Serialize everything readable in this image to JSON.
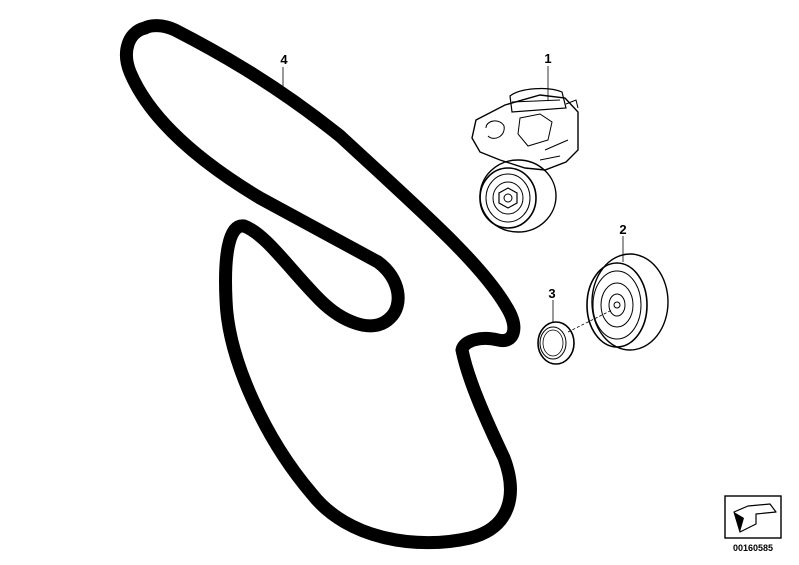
{
  "callouts": [
    {
      "label": "1"
    },
    {
      "label": "2"
    },
    {
      "label": "3"
    },
    {
      "label": "4"
    }
  ],
  "diagram_code": "00160585",
  "icons": {
    "orientation": "direction-arrow-icon"
  }
}
